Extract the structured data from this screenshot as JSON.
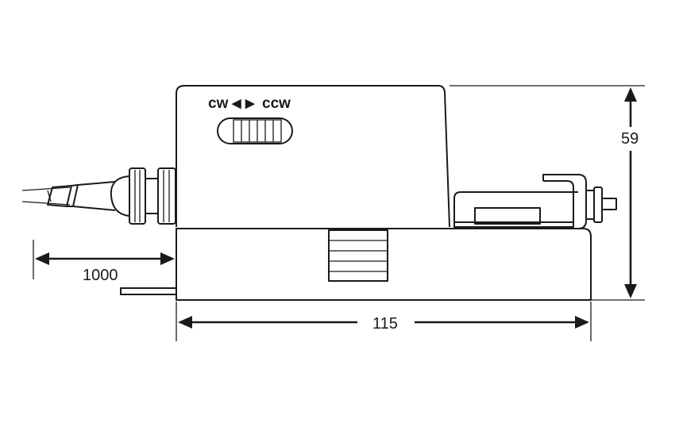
{
  "dimensions": {
    "cable_length": "1000",
    "width": "115",
    "height": "59"
  },
  "switch_label": {
    "left": "cw",
    "left_arrow": "◀",
    "right_arrow": "▶",
    "right": "ccw"
  }
}
